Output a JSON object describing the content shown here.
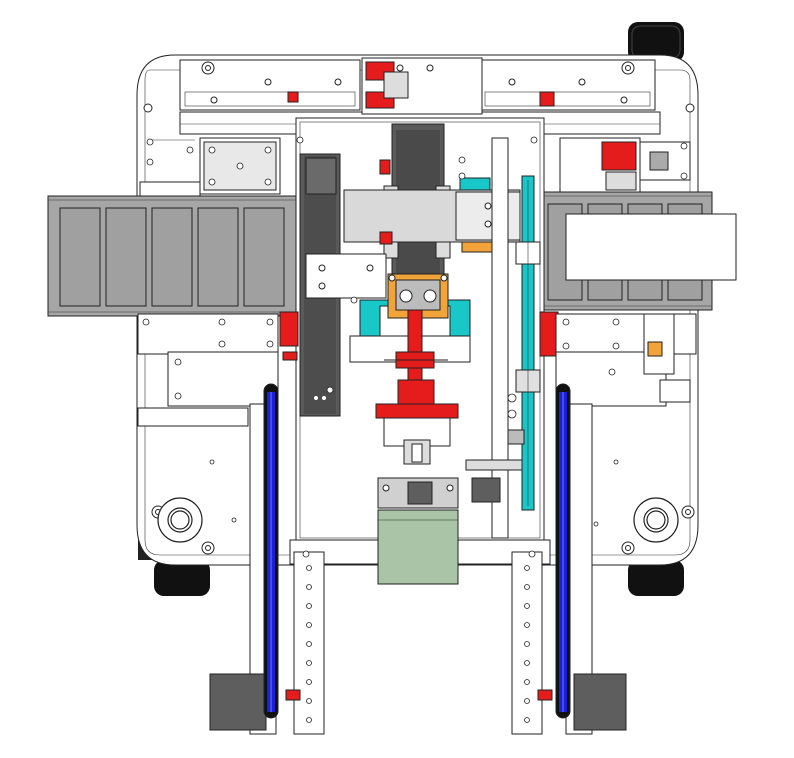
{
  "drawing": {
    "colors": {
      "frame": "#ffffff",
      "line": "#222222",
      "panel_gray": "#a6a6a6",
      "panel_dark": "#8c8c8c",
      "wheel": "#111111",
      "drum": "#5a5a5a",
      "belt": "#1a22d6",
      "red": "#e51c1c",
      "cyan": "#19c6c8",
      "orange": "#f2a33a",
      "motor_green": "#a9c4a6",
      "motor_dark": "#5e5e5e"
    },
    "components": {
      "left_conveyor_cells": 5,
      "right_conveyor_cells": 4,
      "drive_wheels": 4,
      "belt_drives": 2
    }
  }
}
